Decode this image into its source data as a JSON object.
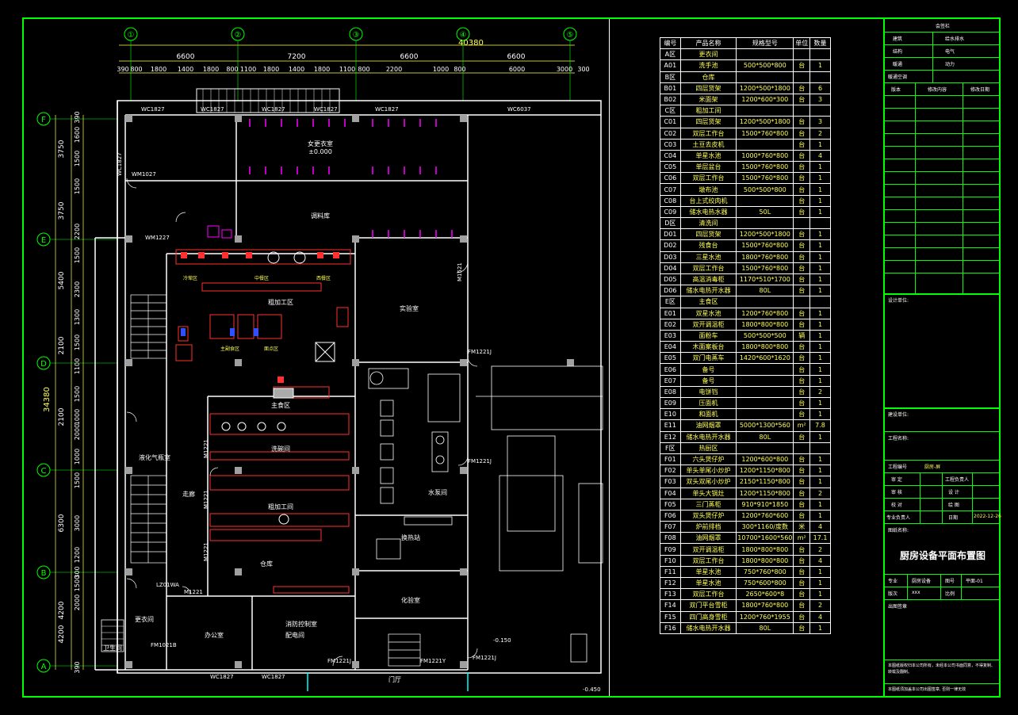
{
  "grid": {
    "columns": [
      "①",
      "②",
      "③",
      "④",
      "⑤"
    ],
    "rows": [
      "F",
      "E",
      "D",
      "C",
      "B",
      "A"
    ],
    "total_width": "40380",
    "total_height": "34380",
    "col_dims": [
      "6600",
      "7200",
      "6600",
      "6600"
    ],
    "col_subdims": [
      "390",
      "800",
      "1800",
      "1400",
      "1800",
      "800",
      "1100",
      "1800",
      "1400",
      "1800",
      "1100",
      "800",
      "2200",
      "1000",
      "800",
      "6000",
      "3000",
      "300"
    ],
    "row_dims": [
      "3750",
      "3750",
      "5400",
      "2100",
      "2100",
      "6300",
      "4200",
      "4200"
    ],
    "row_subdims": [
      "390",
      "1600",
      "1500",
      "1500",
      "2200",
      "1500",
      "2300",
      "1300",
      "1500",
      "1100",
      "1500",
      "1000",
      "2000",
      "1000",
      "1500",
      "3000",
      "1200",
      "300",
      "1500",
      "2000",
      "390"
    ]
  },
  "rooms": {
    "changing_room": "女更衣室",
    "changing_elev": "±0.000",
    "storage": "调料库",
    "cooking_zone": "粗加工区",
    "staple_zone": "主食区",
    "wash": "洗碗间",
    "rough_process": "粗加工间",
    "lab": "实验室",
    "water_pump": "水泵间",
    "heat_exchange": "换热站",
    "chem_room": "化验室",
    "warehouse": "仓库",
    "corridor": "走廊",
    "gas_room": "液化气瓶室",
    "locker": "更衣间",
    "office": "办公室",
    "fire_room": "消防控制室",
    "dist_room": "配电间",
    "door": "门厅",
    "toilet": "卫生间",
    "elev_low": "-0.150",
    "elev_out": "-0.450"
  },
  "doors": {
    "wc1827": "WC1827",
    "wc6037": "WC6037",
    "wm1027": "WM1027",
    "wm1227": "WM1227",
    "m1221": "M1221",
    "m1521": "M1521",
    "fm1221j": "FM1221J",
    "fm1021b": "FM1021B",
    "fm1221y": "FM1221Y",
    "lz01wa": "LZ01WA",
    "zone_labels": [
      "冷荤区",
      "中餐区",
      "西餐区",
      "主副食区",
      "面点区"
    ]
  },
  "equipment_table": {
    "headers": [
      "编号",
      "产品名称",
      "规格型号",
      "单位",
      "数量"
    ],
    "rows": [
      [
        "A区",
        "更衣间",
        "",
        "",
        ""
      ],
      [
        "A01",
        "洗手池",
        "500*500*800",
        "台",
        "1"
      ],
      [
        "B区",
        "仓库",
        "",
        "",
        ""
      ],
      [
        "B01",
        "四层货架",
        "1200*500*1800",
        "台",
        "6"
      ],
      [
        "B02",
        "米面架",
        "1200*600*300",
        "台",
        "3"
      ],
      [
        "C区",
        "粗加工间",
        "",
        "",
        ""
      ],
      [
        "C01",
        "四层货架",
        "1200*500*1800",
        "台",
        "3"
      ],
      [
        "C02",
        "双层工作台",
        "1500*760*800",
        "台",
        "2"
      ],
      [
        "C03",
        "土豆去皮机",
        "",
        "台",
        "1"
      ],
      [
        "C04",
        "单星水池",
        "1000*760*800",
        "台",
        "4"
      ],
      [
        "C05",
        "单层盆台",
        "1500*760*800",
        "台",
        "1"
      ],
      [
        "C06",
        "双层工作台",
        "1500*760*800",
        "台",
        "1"
      ],
      [
        "C07",
        "墩布池",
        "500*500*800",
        "台",
        "1"
      ],
      [
        "C08",
        "台上式绞肉机",
        "",
        "台",
        "1"
      ],
      [
        "C09",
        "储水电热水器",
        "50L",
        "台",
        "1"
      ],
      [
        "D区",
        "清洗间",
        "",
        "",
        ""
      ],
      [
        "D01",
        "四层货架",
        "1200*500*1800",
        "台",
        "1"
      ],
      [
        "D02",
        "残食台",
        "1500*760*800",
        "台",
        "1"
      ],
      [
        "D03",
        "三星水池",
        "1800*760*800",
        "台",
        "1"
      ],
      [
        "D04",
        "双层工作台",
        "1500*760*800",
        "台",
        "1"
      ],
      [
        "D05",
        "高温消毒柜",
        "1170*510*1700",
        "台",
        "1"
      ],
      [
        "D06",
        "储水电热开水器",
        "80L",
        "台",
        "1"
      ],
      [
        "E区",
        "主食区",
        "",
        "",
        ""
      ],
      [
        "E01",
        "双星水池",
        "1200*760*800",
        "台",
        "1"
      ],
      [
        "E02",
        "双开调温柜",
        "1800*800*800",
        "台",
        "1"
      ],
      [
        "E03",
        "面粉车",
        "500*500*500",
        "辆",
        "1"
      ],
      [
        "E04",
        "木面案板台",
        "1800*800*800",
        "台",
        "1"
      ],
      [
        "E05",
        "双门电蒸车",
        "1420*600*1620",
        "台",
        "1"
      ],
      [
        "E06",
        "备号",
        "",
        "台",
        "1"
      ],
      [
        "E07",
        "备号",
        "",
        "台",
        "1"
      ],
      [
        "E08",
        "电饼铛",
        "",
        "台",
        "2"
      ],
      [
        "E09",
        "压面机",
        "",
        "台",
        "1"
      ],
      [
        "E10",
        "和面机",
        "",
        "台",
        "1"
      ],
      [
        "E11",
        "油网烟罩",
        "5000*1300*560",
        "m²",
        "7.8"
      ],
      [
        "E12",
        "储水电热开水器",
        "80L",
        "台",
        "1"
      ],
      [
        "F区",
        "热厨区",
        "",
        "",
        ""
      ],
      [
        "F01",
        "六头煲仔炉",
        "1200*600*800",
        "台",
        "1"
      ],
      [
        "F02",
        "单头单尾小炒炉",
        "1200*1150*800",
        "台",
        "1"
      ],
      [
        "F03",
        "双头双尾小炒炉",
        "2150*1150*800",
        "台",
        "1"
      ],
      [
        "F04",
        "单头大锅灶",
        "1200*1150*800",
        "台",
        "2"
      ],
      [
        "F05",
        "三门蒸柜",
        "910*910*1850",
        "台",
        "1"
      ],
      [
        "F06",
        "双头煲仔炉",
        "1200*760*600",
        "台",
        "1"
      ],
      [
        "F07",
        "炉前排档",
        "300*1160/度数",
        "米",
        "4"
      ],
      [
        "F08",
        "油网烟罩",
        "10700*1600*560",
        "m²",
        "17.1"
      ],
      [
        "F09",
        "双开调温柜",
        "1800*800*800",
        "台",
        "2"
      ],
      [
        "F10",
        "双层工作台",
        "1800*800*800",
        "台",
        "4"
      ],
      [
        "F11",
        "单星水池",
        "750*760*800",
        "台",
        "1"
      ],
      [
        "F12",
        "单星水池",
        "750*600*800",
        "台",
        "1"
      ],
      [
        "F13",
        "双层工作台",
        "2650*600*8",
        "台",
        "1"
      ],
      [
        "F14",
        "双门平台雪柜",
        "1800*760*800",
        "台",
        "2"
      ],
      [
        "F15",
        "四门高身雪柜",
        "1200*760*1955",
        "台",
        "4"
      ],
      [
        "F16",
        "储水电热开水器",
        "80L",
        "台",
        "1"
      ]
    ]
  },
  "title_block": {
    "header": "会签栏",
    "sign_rows": [
      [
        "建筑",
        "给水排水"
      ],
      [
        "结构",
        "电气"
      ],
      [
        "暖通",
        "动力"
      ],
      [
        "暖通空调",
        ""
      ]
    ],
    "rev_headers": [
      "版本",
      "修改内容",
      "修改日期"
    ],
    "design_unit_label": "设计单位:",
    "construction_unit_label": "建设单位:",
    "project_name_label": "工程名称:",
    "project_no_label": "工程编号",
    "project_no": "厨房-屏",
    "approve_rows": [
      [
        "审 定",
        "工程负责人"
      ],
      [
        "审 核",
        "设 计"
      ],
      [
        "校 对",
        "绘 图"
      ],
      [
        "专业负责人",
        "日期"
      ]
    ],
    "date_value": "2022-12-26",
    "drawing_name_label": "图纸名称:",
    "drawing_title": "厨房设备平面布置图",
    "meta_rows": [
      [
        "专业",
        "厨房设备",
        "图号",
        "平面-01"
      ],
      [
        "版次",
        "xxx",
        "比例",
        ""
      ]
    ],
    "stamp_label": "出图签章",
    "note": "本图纸版权归本公司所有，未经本公司书面同意，不得复制、转载及翻制。",
    "footer": "本图纸须加盖本公司出图签章, 否则一律无效"
  },
  "colors": {
    "frame": "#00ff00",
    "wall": "#ffffff",
    "door": "#ff00ff",
    "dim": "#ffff00",
    "equipment": "#ff0000",
    "column": "#a0a0a0",
    "axis": "#00ff00",
    "annotation": "#ffff55",
    "cyan": "#00ffff"
  }
}
